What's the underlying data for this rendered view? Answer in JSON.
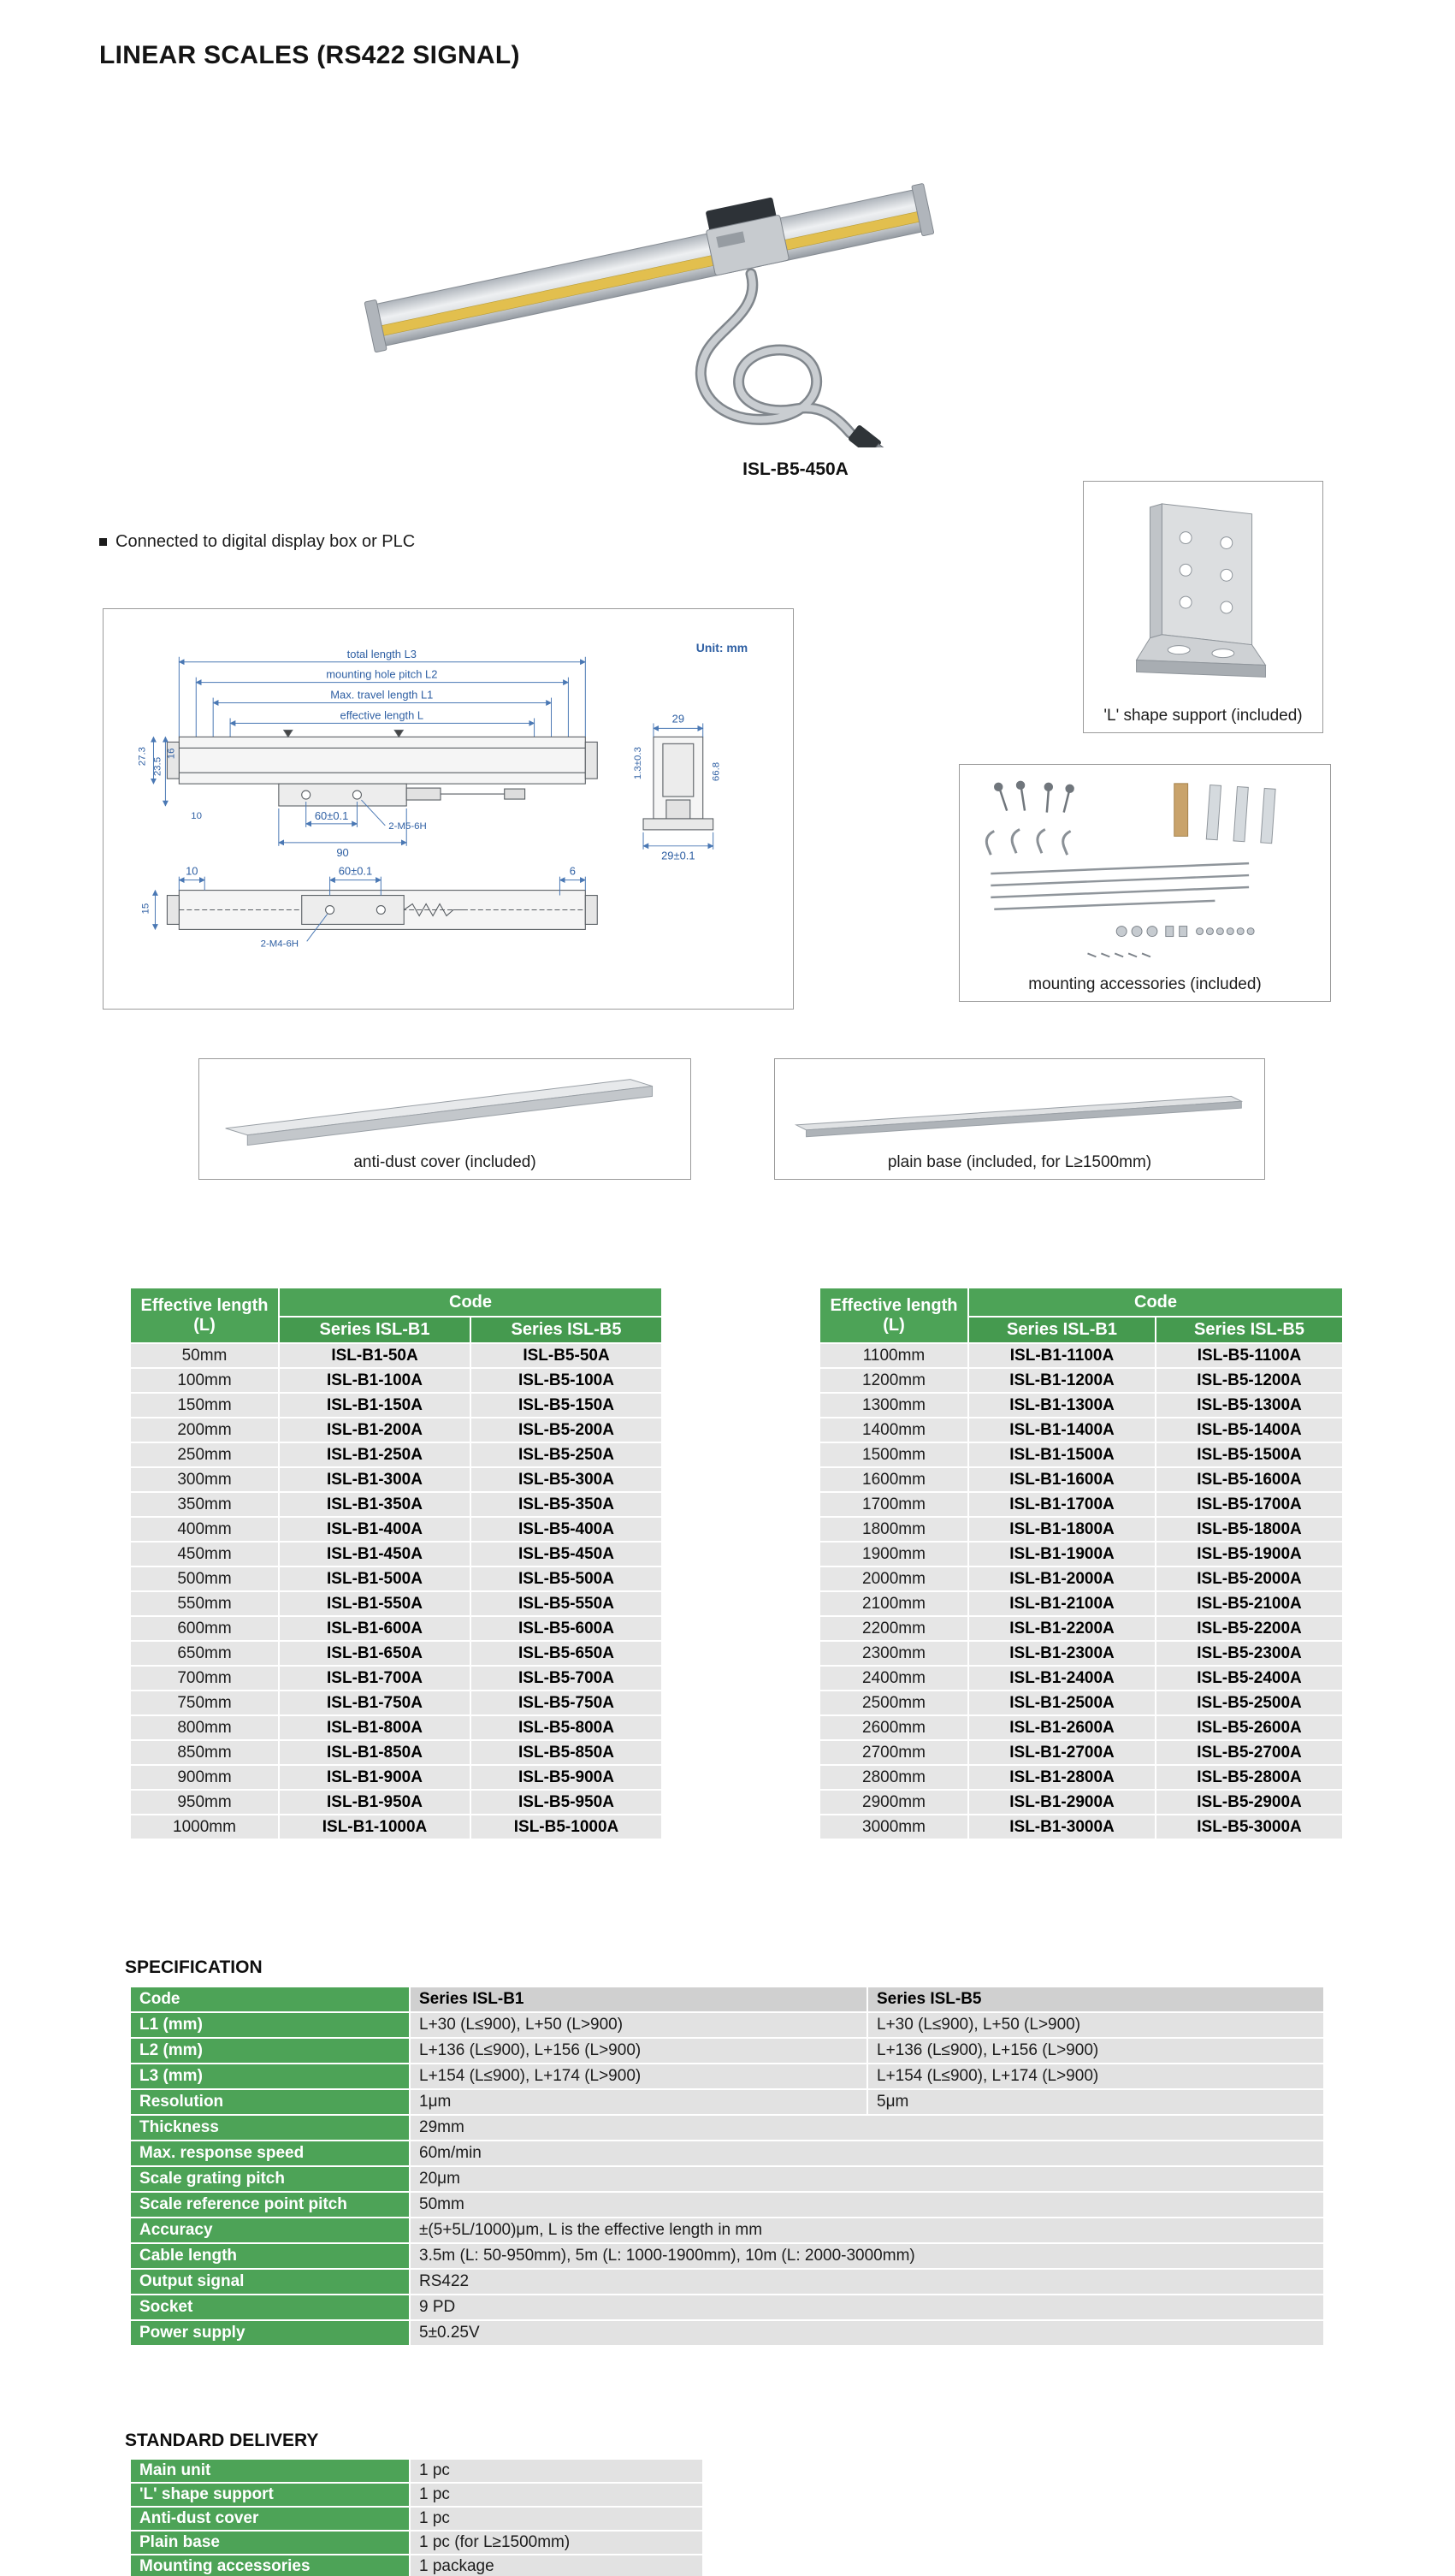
{
  "page": {
    "title": "LINEAR SCALES (RS422 SIGNAL)",
    "product_model": "ISL-B5-450A",
    "feature_bullet": "Connected to digital display box or PLC"
  },
  "diagram": {
    "unit": "Unit: mm",
    "dim_l3": "total length L3",
    "dim_l2": "mounting hole pitch L2",
    "dim_l1": "Max. travel length L1",
    "dim_l": "effective length L",
    "left_dims": [
      "27.3",
      "23.5",
      "16",
      "10"
    ],
    "cross_dims": [
      "29",
      "1.3±0.3",
      "66.8",
      "29±0.1"
    ],
    "mid_dims": [
      "60±0.1",
      "90",
      "2-M5-6H"
    ],
    "bottom_dims": [
      "10",
      "60±0.1",
      "6",
      "2-M4-6H",
      "15"
    ]
  },
  "callouts": {
    "l_shape": "'L' shape support (included)",
    "mounting": "mounting accessories (included)",
    "anti_dust": "anti-dust cover (included)",
    "plain_base": "plain base (included, for L≥1500mm)"
  },
  "code_tables": {
    "header": {
      "effective": "Effective length (L)",
      "code": "Code",
      "b1": "Series ISL-B1",
      "b5": "Series ISL-B5"
    },
    "left_rows": [
      [
        "50mm",
        "ISL-B1-50A",
        "ISL-B5-50A"
      ],
      [
        "100mm",
        "ISL-B1-100A",
        "ISL-B5-100A"
      ],
      [
        "150mm",
        "ISL-B1-150A",
        "ISL-B5-150A"
      ],
      [
        "200mm",
        "ISL-B1-200A",
        "ISL-B5-200A"
      ],
      [
        "250mm",
        "ISL-B1-250A",
        "ISL-B5-250A"
      ],
      [
        "300mm",
        "ISL-B1-300A",
        "ISL-B5-300A"
      ],
      [
        "350mm",
        "ISL-B1-350A",
        "ISL-B5-350A"
      ],
      [
        "400mm",
        "ISL-B1-400A",
        "ISL-B5-400A"
      ],
      [
        "450mm",
        "ISL-B1-450A",
        "ISL-B5-450A"
      ],
      [
        "500mm",
        "ISL-B1-500A",
        "ISL-B5-500A"
      ],
      [
        "550mm",
        "ISL-B1-550A",
        "ISL-B5-550A"
      ],
      [
        "600mm",
        "ISL-B1-600A",
        "ISL-B5-600A"
      ],
      [
        "650mm",
        "ISL-B1-650A",
        "ISL-B5-650A"
      ],
      [
        "700mm",
        "ISL-B1-700A",
        "ISL-B5-700A"
      ],
      [
        "750mm",
        "ISL-B1-750A",
        "ISL-B5-750A"
      ],
      [
        "800mm",
        "ISL-B1-800A",
        "ISL-B5-800A"
      ],
      [
        "850mm",
        "ISL-B1-850A",
        "ISL-B5-850A"
      ],
      [
        "900mm",
        "ISL-B1-900A",
        "ISL-B5-900A"
      ],
      [
        "950mm",
        "ISL-B1-950A",
        "ISL-B5-950A"
      ],
      [
        "1000mm",
        "ISL-B1-1000A",
        "ISL-B5-1000A"
      ]
    ],
    "right_rows": [
      [
        "1100mm",
        "ISL-B1-1100A",
        "ISL-B5-1100A"
      ],
      [
        "1200mm",
        "ISL-B1-1200A",
        "ISL-B5-1200A"
      ],
      [
        "1300mm",
        "ISL-B1-1300A",
        "ISL-B5-1300A"
      ],
      [
        "1400mm",
        "ISL-B1-1400A",
        "ISL-B5-1400A"
      ],
      [
        "1500mm",
        "ISL-B1-1500A",
        "ISL-B5-1500A"
      ],
      [
        "1600mm",
        "ISL-B1-1600A",
        "ISL-B5-1600A"
      ],
      [
        "1700mm",
        "ISL-B1-1700A",
        "ISL-B5-1700A"
      ],
      [
        "1800mm",
        "ISL-B1-1800A",
        "ISL-B5-1800A"
      ],
      [
        "1900mm",
        "ISL-B1-1900A",
        "ISL-B5-1900A"
      ],
      [
        "2000mm",
        "ISL-B1-2000A",
        "ISL-B5-2000A"
      ],
      [
        "2100mm",
        "ISL-B1-2100A",
        "ISL-B5-2100A"
      ],
      [
        "2200mm",
        "ISL-B1-2200A",
        "ISL-B5-2200A"
      ],
      [
        "2300mm",
        "ISL-B1-2300A",
        "ISL-B5-2300A"
      ],
      [
        "2400mm",
        "ISL-B1-2400A",
        "ISL-B5-2400A"
      ],
      [
        "2500mm",
        "ISL-B1-2500A",
        "ISL-B5-2500A"
      ],
      [
        "2600mm",
        "ISL-B1-2600A",
        "ISL-B5-2600A"
      ],
      [
        "2700mm",
        "ISL-B1-2700A",
        "ISL-B5-2700A"
      ],
      [
        "2800mm",
        "ISL-B1-2800A",
        "ISL-B5-2800A"
      ],
      [
        "2900mm",
        "ISL-B1-2900A",
        "ISL-B5-2900A"
      ],
      [
        "3000mm",
        "ISL-B1-3000A",
        "ISL-B5-3000A"
      ]
    ]
  },
  "specification": {
    "title": "SPECIFICATION",
    "rows": [
      [
        "Code",
        "Series ISL-B1",
        "Series ISL-B5"
      ],
      [
        "L1 (mm)",
        "L+30 (L≤900), L+50 (L>900)",
        "L+30 (L≤900), L+50 (L>900)"
      ],
      [
        "L2 (mm)",
        "L+136 (L≤900), L+156 (L>900)",
        "L+136 (L≤900), L+156 (L>900)"
      ],
      [
        "L3 (mm)",
        "L+154 (L≤900), L+174 (L>900)",
        "L+154 (L≤900), L+174 (L>900)"
      ],
      [
        "Resolution",
        "1μm",
        "5μm"
      ],
      [
        "Thickness",
        "29mm"
      ],
      [
        "Max. response speed",
        "60m/min"
      ],
      [
        "Scale grating pitch",
        "20μm"
      ],
      [
        "Scale reference point pitch",
        "50mm"
      ],
      [
        "Accuracy",
        "±(5+5L/1000)μm, L is the effective length in mm"
      ],
      [
        "Cable length",
        "3.5m (L: 50-950mm), 5m (L: 1000-1900mm), 10m (L: 2000-3000mm)"
      ],
      [
        "Output signal",
        "RS422"
      ],
      [
        "Socket",
        "9 PD"
      ],
      [
        "Power supply",
        "5±0.25V"
      ]
    ]
  },
  "standard_delivery": {
    "title": "STANDARD DELIVERY",
    "rows": [
      [
        "Main unit",
        "1 pc"
      ],
      [
        "'L' shape support",
        "1 pc"
      ],
      [
        "Anti-dust cover",
        "1 pc"
      ],
      [
        "Plain base",
        "1 pc (for L≥1500mm)"
      ],
      [
        "Mounting accessories",
        "1 package"
      ]
    ]
  },
  "colors": {
    "header_green": "#4da357",
    "cell_gray": "#e6e6e6",
    "dimension_blue": "#2e5fa3",
    "scale_stripe_yellow": "#e2bf4e"
  }
}
